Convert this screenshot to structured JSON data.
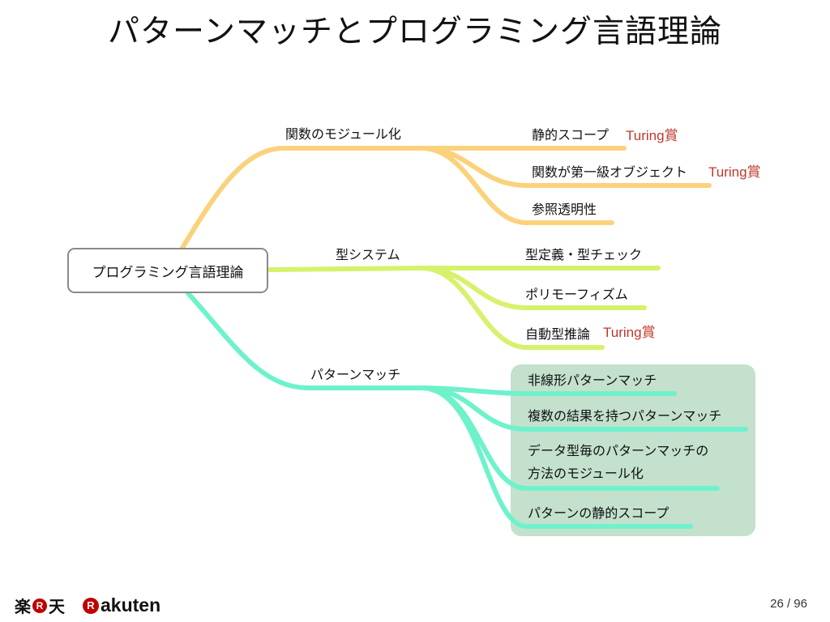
{
  "slide": {
    "title": "パターンマッチとプログラミング言語理論",
    "page": "26 / 96"
  },
  "mindmap": {
    "root": "プログラミング言語理論",
    "branches": [
      {
        "label": "関数のモジュール化",
        "color": "#fbd27c",
        "children": [
          {
            "label": "静的スコープ",
            "award": "Turing賞"
          },
          {
            "label": "関数が第一級オブジェクト",
            "award": "Turing賞"
          },
          {
            "label": "参照透明性",
            "award": ""
          }
        ]
      },
      {
        "label": "型システム",
        "color": "#d6f26c",
        "children": [
          {
            "label": "型定義・型チェック",
            "award": ""
          },
          {
            "label": "ポリモーフィズム",
            "award": ""
          },
          {
            "label": "自動型推論",
            "award": "Turing賞"
          }
        ]
      },
      {
        "label": "パターンマッチ",
        "color": "#6ef2cc",
        "highlight_color": "#c3e1cd",
        "children": [
          {
            "label": "非線形パターンマッチ",
            "award": ""
          },
          {
            "label": "複数の結果を持つパターンマッチ",
            "award": ""
          },
          {
            "label": "データ型毎のパターンマッチの方法のモジュール化",
            "award": ""
          },
          {
            "label": "パターンの静的スコープ",
            "award": ""
          }
        ]
      }
    ]
  },
  "footer": {
    "logo_jp_left": "楽",
    "logo_jp_right": "天",
    "logo_r": "R",
    "logo_en": "akuten",
    "brand_color": "#bf0000"
  },
  "award_color": "#c0392b"
}
